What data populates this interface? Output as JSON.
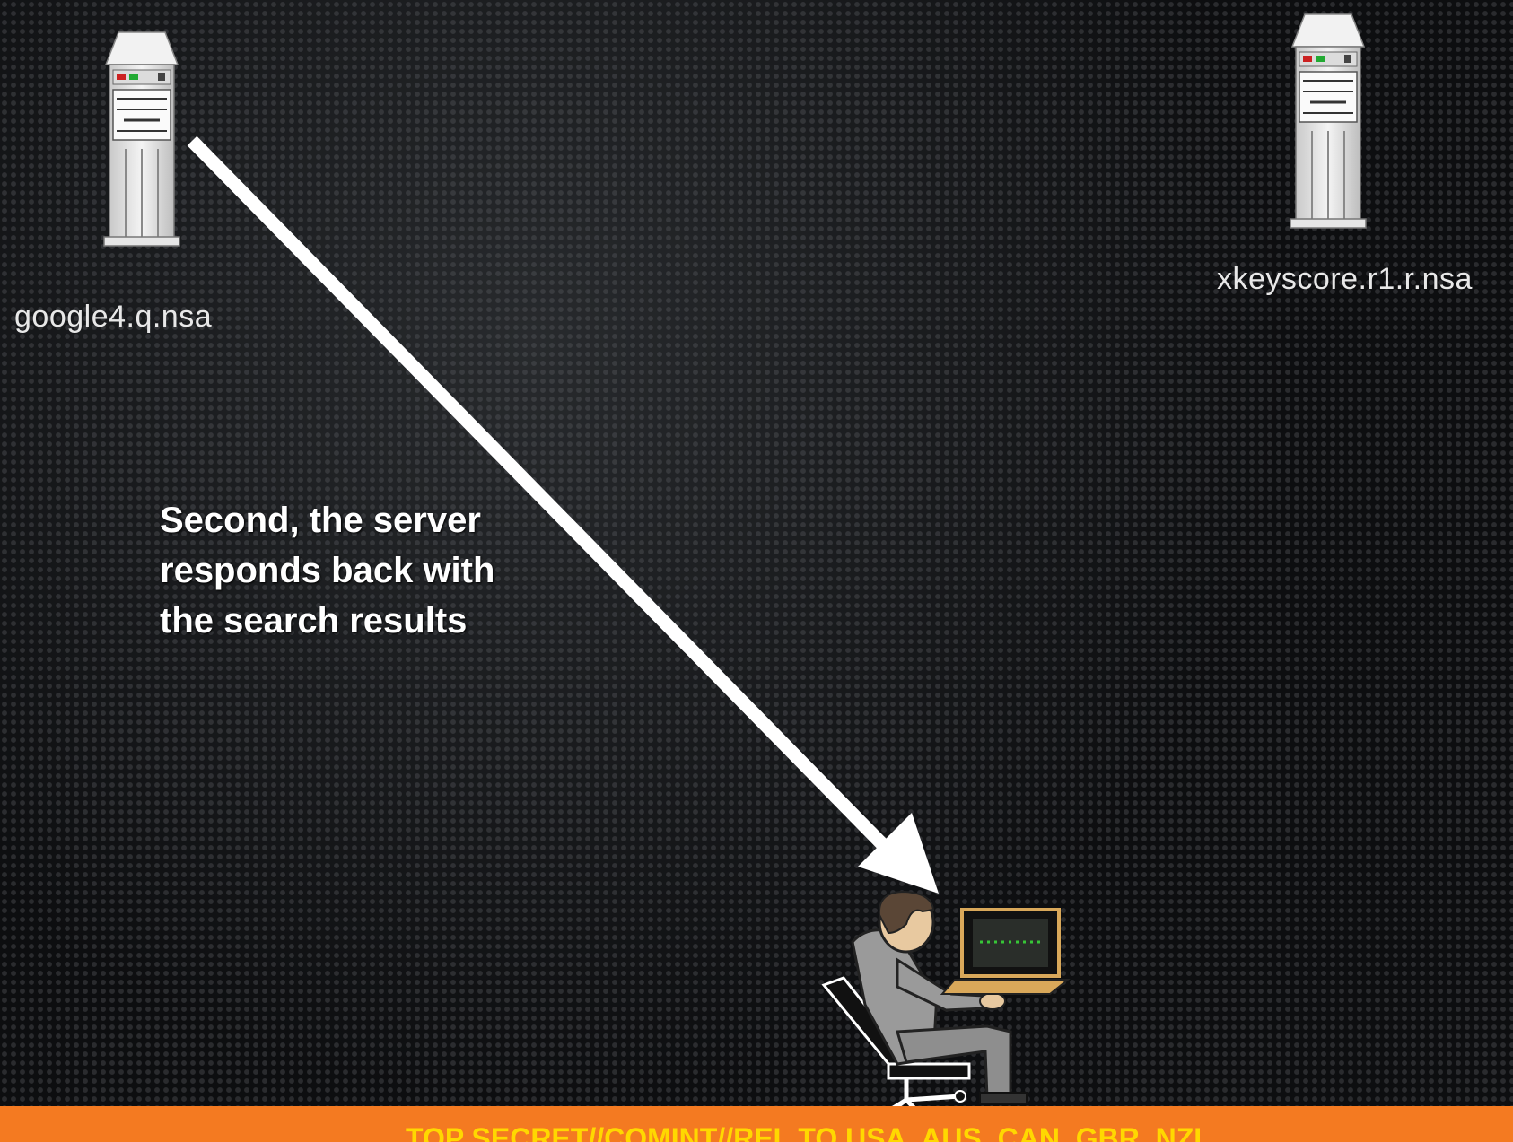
{
  "nodes": {
    "server_left_label": "google4.q.nsa",
    "server_right_label": "xkeyscore.r1.r.nsa"
  },
  "caption": {
    "line1": "Second, the server",
    "line2": "responds back with",
    "line3": "the search results"
  },
  "classification": "TOP SECRET//COMINT//REL TO USA, AUS, CAN, GBR, NZL",
  "colors": {
    "background": "#141517",
    "arrow": "#ffffff",
    "banner": "#f47a21",
    "banner_text": "#ffd800"
  },
  "icons": [
    "server-tower-icon",
    "server-tower-icon",
    "analyst-at-computer-icon",
    "arrow-icon"
  ]
}
